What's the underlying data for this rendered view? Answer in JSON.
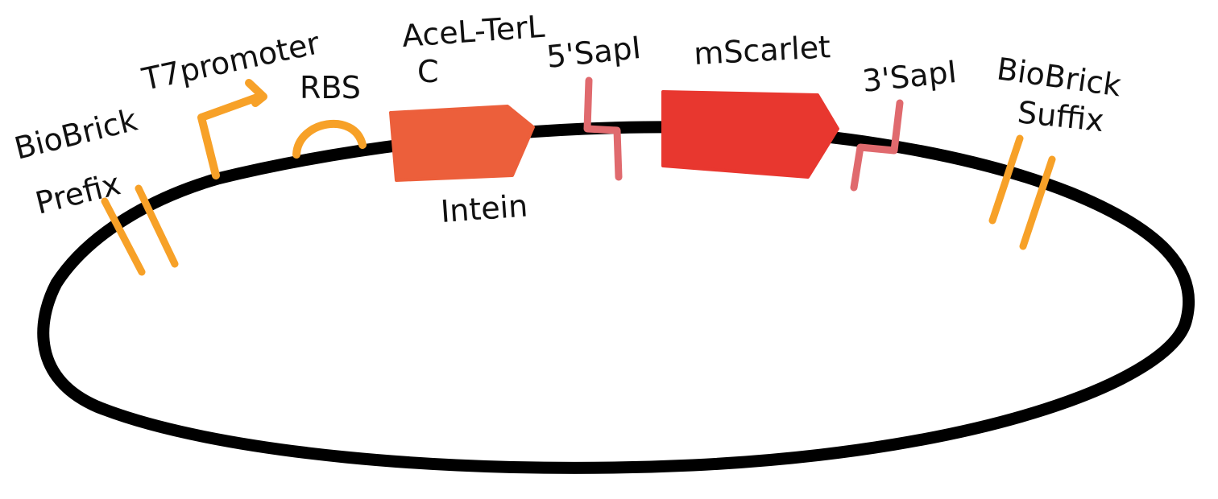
{
  "diagram": {
    "labels": {
      "prefix_line1": "BioBrick",
      "prefix_line2": "Prefix",
      "promoter": "T7promoter",
      "rbs": "RBS",
      "acel_line1": "AceL-TerL",
      "acel_line2": "C",
      "intein": "Intein",
      "sap5": "5'SapI",
      "mscarlet": "mScarlet",
      "sap3": "3'SapI",
      "suffix_line1": "BioBrick",
      "suffix_line2": "Suffix"
    },
    "colors": {
      "backbone": "#000000",
      "orange": "#F7A128",
      "acel_cds": "#EC5F3B",
      "mscarlet_cds": "#E8372F",
      "sapi_site": "#E06A6E",
      "text": "#111111"
    }
  }
}
